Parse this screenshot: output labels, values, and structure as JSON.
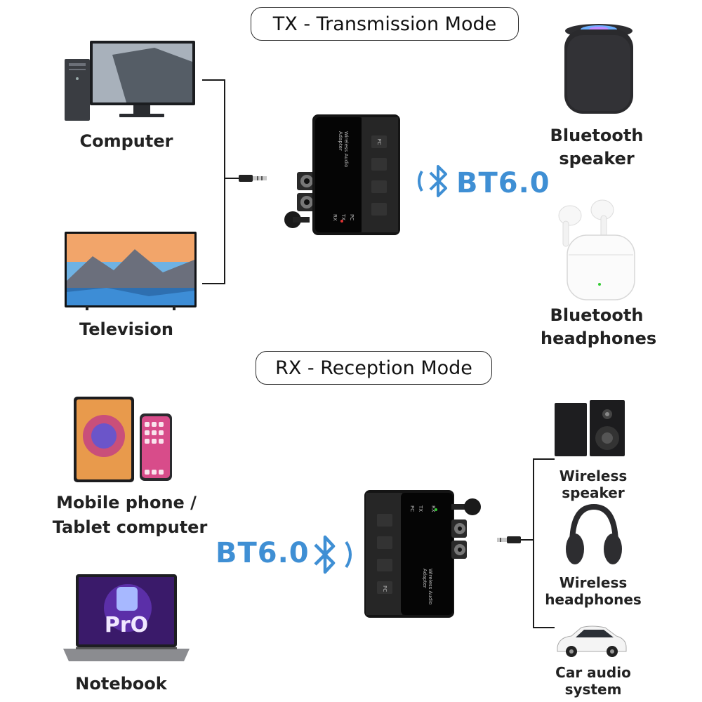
{
  "tx": {
    "title": "TX - Transmission Mode",
    "devices": {
      "computer": "Computer",
      "television": "Television",
      "bt_speaker_line1": "Bluetooth",
      "bt_speaker_line2": "speaker",
      "bt_headphones_line1": "Bluetooth",
      "bt_headphones_line2": "headphones"
    },
    "bt_label": "BT6.0"
  },
  "rx": {
    "title": "RX - Reception Mode",
    "devices": {
      "mobile_line1": "Mobile phone /",
      "mobile_line2": "Tablet computer",
      "notebook": "Notebook",
      "wireless_speaker_line1": "Wireless",
      "wireless_speaker_line2": "speaker",
      "wireless_headphones_line1": "Wireless",
      "wireless_headphones_line2": "headphones",
      "car_line1": "Car audio",
      "car_line2": "system"
    },
    "bt_label": "BT6.0"
  },
  "adapter": {
    "name_line1": "Wireless Audio",
    "name_line2": "Adapter",
    "switch_rx": "RX",
    "switch_tx": "TX",
    "switch_pc": "PC",
    "button_pc": "PC"
  },
  "colors": {
    "bluetooth_blue": "#3f8fd4",
    "line": "#1a1a1a",
    "adapter_body": "#141414"
  },
  "icons": [
    "bluetooth-icon",
    "bluetooth-icon"
  ]
}
